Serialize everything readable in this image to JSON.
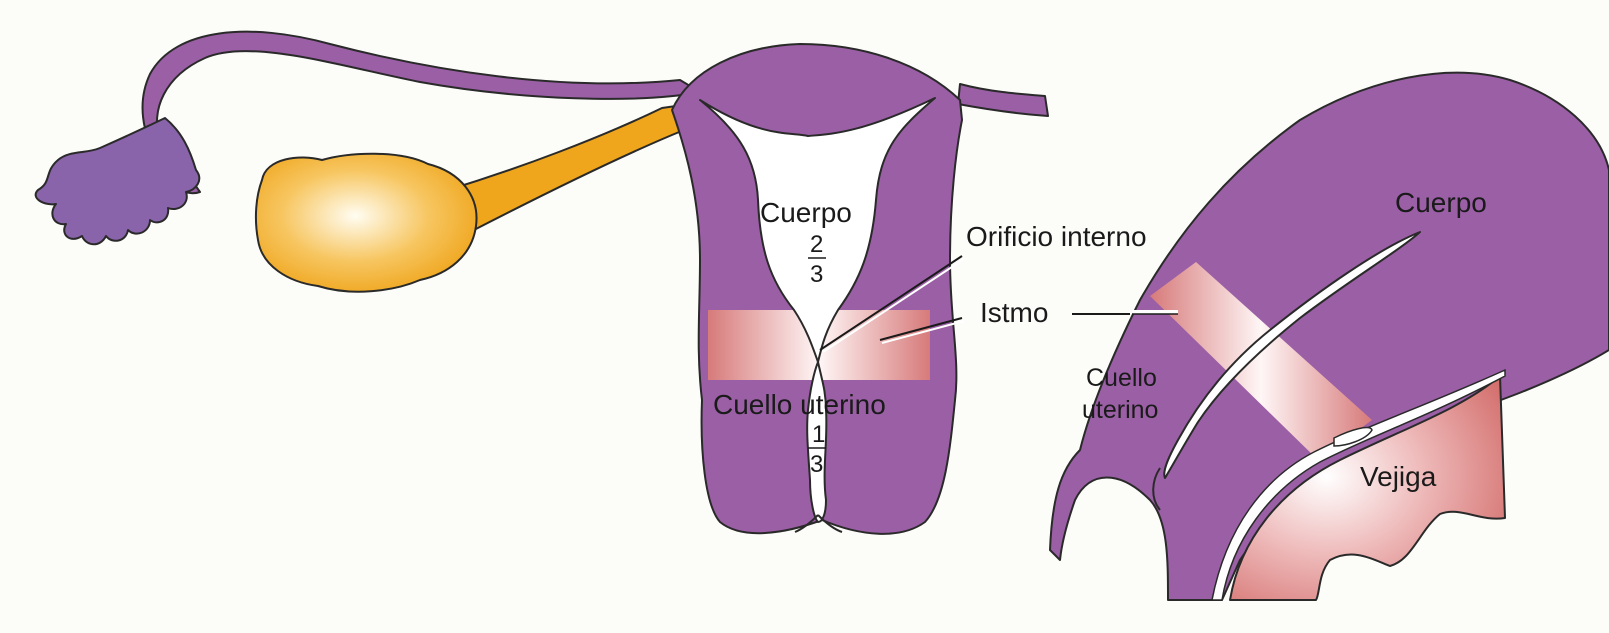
{
  "labels": {
    "front_body": "Cuerpo",
    "front_body_num": "2",
    "front_body_den": "3",
    "front_cervix": "Cuello uterino",
    "front_cervix_num": "1",
    "front_cervix_den": "3",
    "internal_os": "Orificio interno",
    "isthmus": "Istmo",
    "side_body": "Cuerpo",
    "side_cervix_line1": "Cuello",
    "side_cervix_line2": "uterino",
    "bladder": "Vejiga"
  },
  "colors": {
    "uterus": "#9b5fa6",
    "tube_fimbria": "#8a64ab",
    "isthmus_band": "#d87e7e",
    "ovary": "#f2b23c",
    "ligament": "#efa51c",
    "bladder": "#d77a78",
    "cavity": "#ffffff",
    "background": "#fcfcf9"
  }
}
